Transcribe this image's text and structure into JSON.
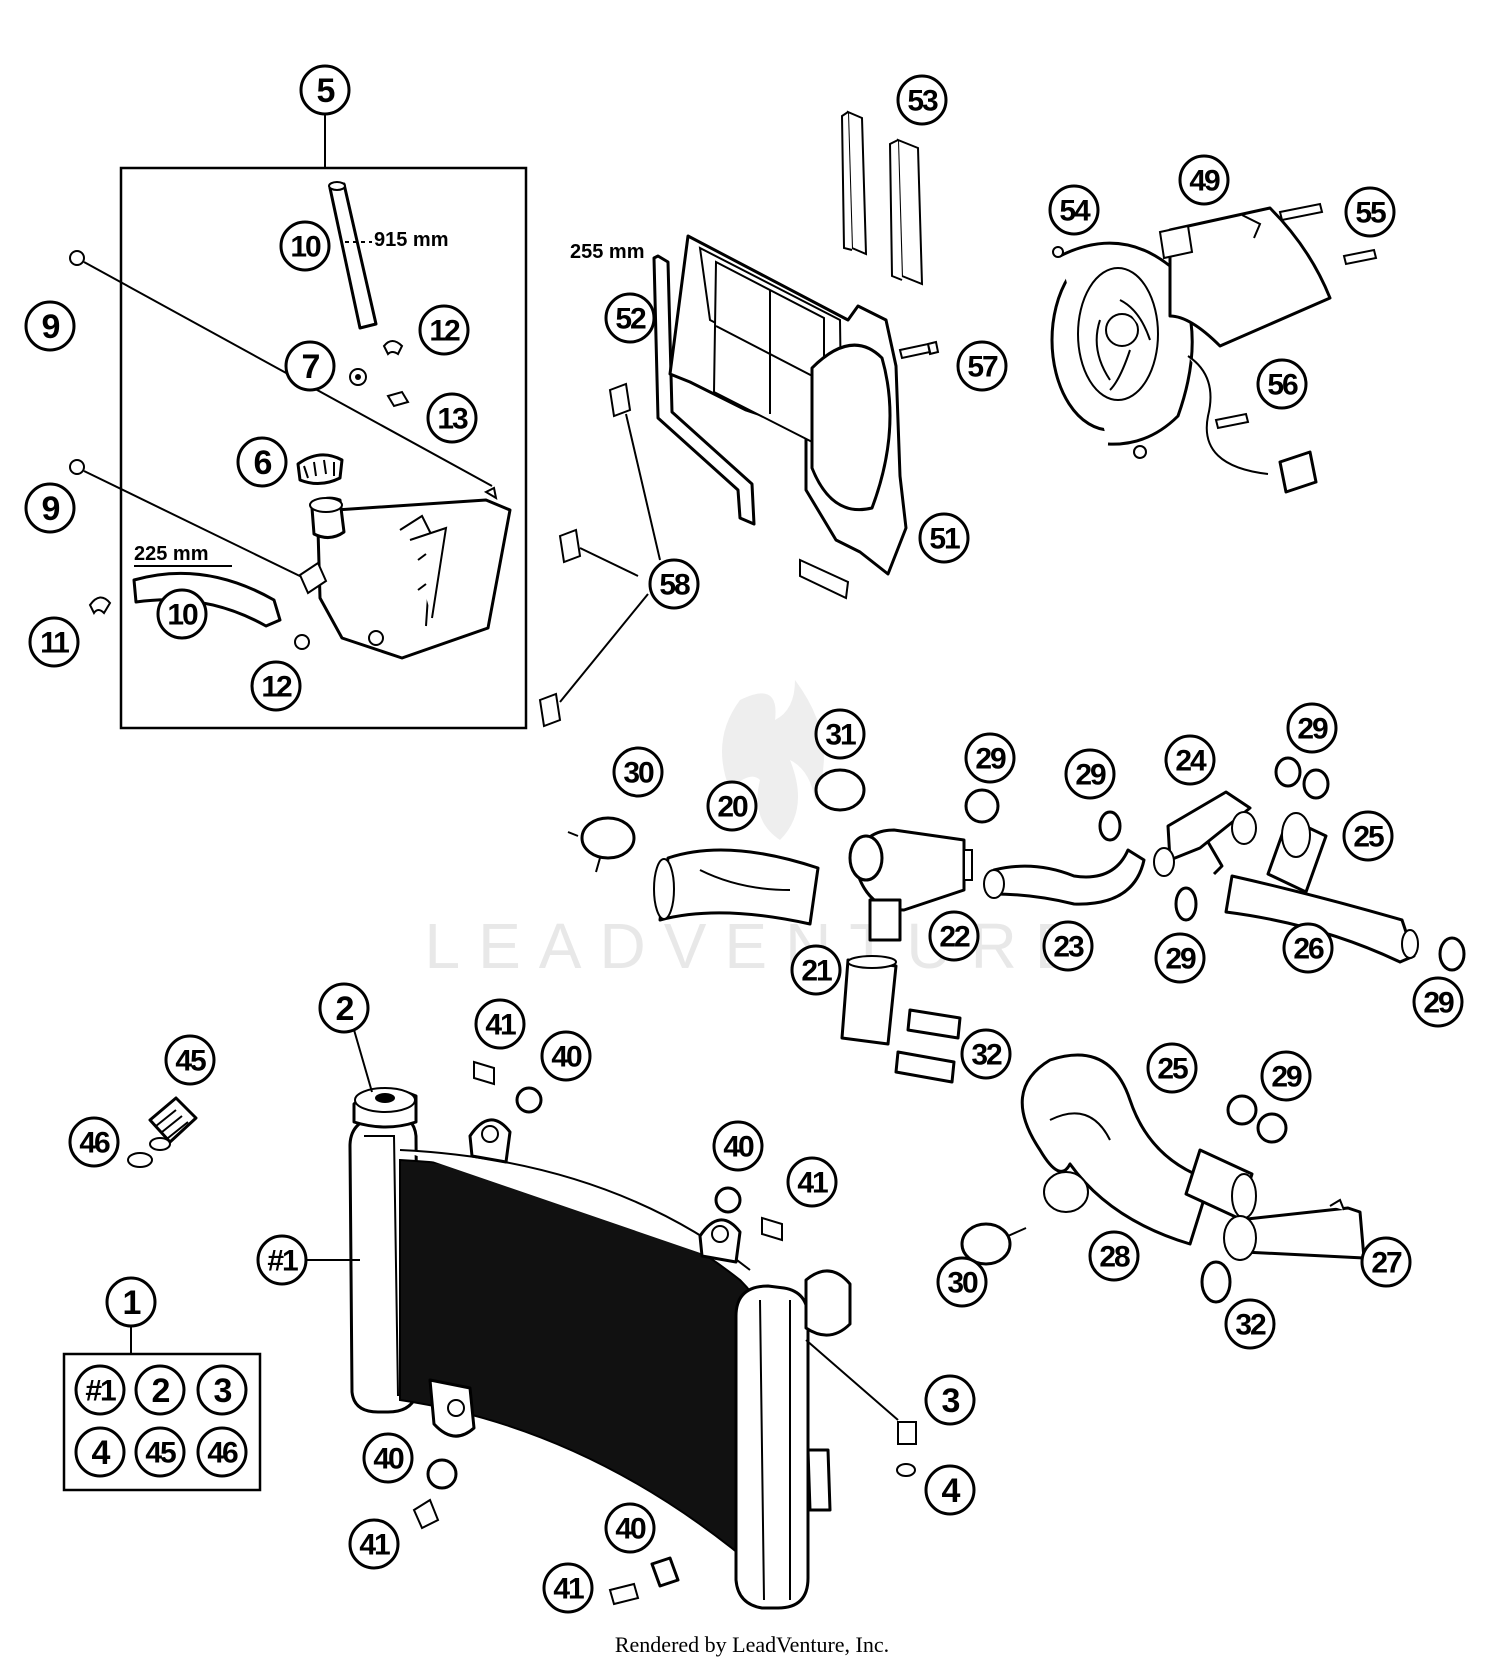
{
  "watermark": "LEADVENTURE",
  "footer": "Rendered by LeadVenture, Inc.",
  "dimensions": {
    "hose_upper": "915 mm",
    "hose_lower": "225 mm",
    "seal_strip": "255 mm"
  },
  "callouts": [
    {
      "id": "c-5",
      "label": "5"
    },
    {
      "id": "c-10a",
      "label": "10"
    },
    {
      "id": "c-9a",
      "label": "9"
    },
    {
      "id": "c-12a",
      "label": "12"
    },
    {
      "id": "c-7",
      "label": "7"
    },
    {
      "id": "c-13",
      "label": "13"
    },
    {
      "id": "c-6",
      "label": "6"
    },
    {
      "id": "c-9b",
      "label": "9"
    },
    {
      "id": "c-10b",
      "label": "10"
    },
    {
      "id": "c-11",
      "label": "11"
    },
    {
      "id": "c-12b",
      "label": "12"
    },
    {
      "id": "c-53",
      "label": "53"
    },
    {
      "id": "c-52",
      "label": "52"
    },
    {
      "id": "c-57",
      "label": "57"
    },
    {
      "id": "c-51",
      "label": "51"
    },
    {
      "id": "c-58",
      "label": "58"
    },
    {
      "id": "c-54",
      "label": "54"
    },
    {
      "id": "c-49",
      "label": "49"
    },
    {
      "id": "c-55",
      "label": "55"
    },
    {
      "id": "c-56",
      "label": "56"
    },
    {
      "id": "c-30a",
      "label": "30"
    },
    {
      "id": "c-31",
      "label": "31"
    },
    {
      "id": "c-20",
      "label": "20"
    },
    {
      "id": "c-29a",
      "label": "29"
    },
    {
      "id": "c-29b",
      "label": "29"
    },
    {
      "id": "c-24",
      "label": "24"
    },
    {
      "id": "c-29c",
      "label": "29"
    },
    {
      "id": "c-25a",
      "label": "25"
    },
    {
      "id": "c-22",
      "label": "22"
    },
    {
      "id": "c-23",
      "label": "23"
    },
    {
      "id": "c-29d",
      "label": "29"
    },
    {
      "id": "c-26",
      "label": "26"
    },
    {
      "id": "c-21",
      "label": "21"
    },
    {
      "id": "c-29e",
      "label": "29"
    },
    {
      "id": "c-32a",
      "label": "32"
    },
    {
      "id": "c-2",
      "label": "2"
    },
    {
      "id": "c-41a",
      "label": "41"
    },
    {
      "id": "c-40a",
      "label": "40"
    },
    {
      "id": "c-45",
      "label": "45"
    },
    {
      "id": "c-46",
      "label": "46"
    },
    {
      "id": "c-40b",
      "label": "40"
    },
    {
      "id": "c-41b",
      "label": "41"
    },
    {
      "id": "c-hash1",
      "label": "#1"
    },
    {
      "id": "c-25b",
      "label": "25"
    },
    {
      "id": "c-29f",
      "label": "29"
    },
    {
      "id": "c-30b",
      "label": "30"
    },
    {
      "id": "c-28",
      "label": "28"
    },
    {
      "id": "c-27",
      "label": "27"
    },
    {
      "id": "c-32b",
      "label": "32"
    },
    {
      "id": "c-1",
      "label": "1"
    },
    {
      "id": "c-3",
      "label": "3"
    },
    {
      "id": "c-4",
      "label": "4"
    },
    {
      "id": "c-40c",
      "label": "40"
    },
    {
      "id": "c-41c",
      "label": "41"
    },
    {
      "id": "c-40d",
      "label": "40"
    },
    {
      "id": "c-41d",
      "label": "41"
    }
  ],
  "kit_box": [
    {
      "id": "k-hash1",
      "label": "#1"
    },
    {
      "id": "k-2",
      "label": "2"
    },
    {
      "id": "k-3",
      "label": "3"
    },
    {
      "id": "k-4",
      "label": "4"
    },
    {
      "id": "k-45",
      "label": "45"
    },
    {
      "id": "k-46",
      "label": "46"
    }
  ]
}
